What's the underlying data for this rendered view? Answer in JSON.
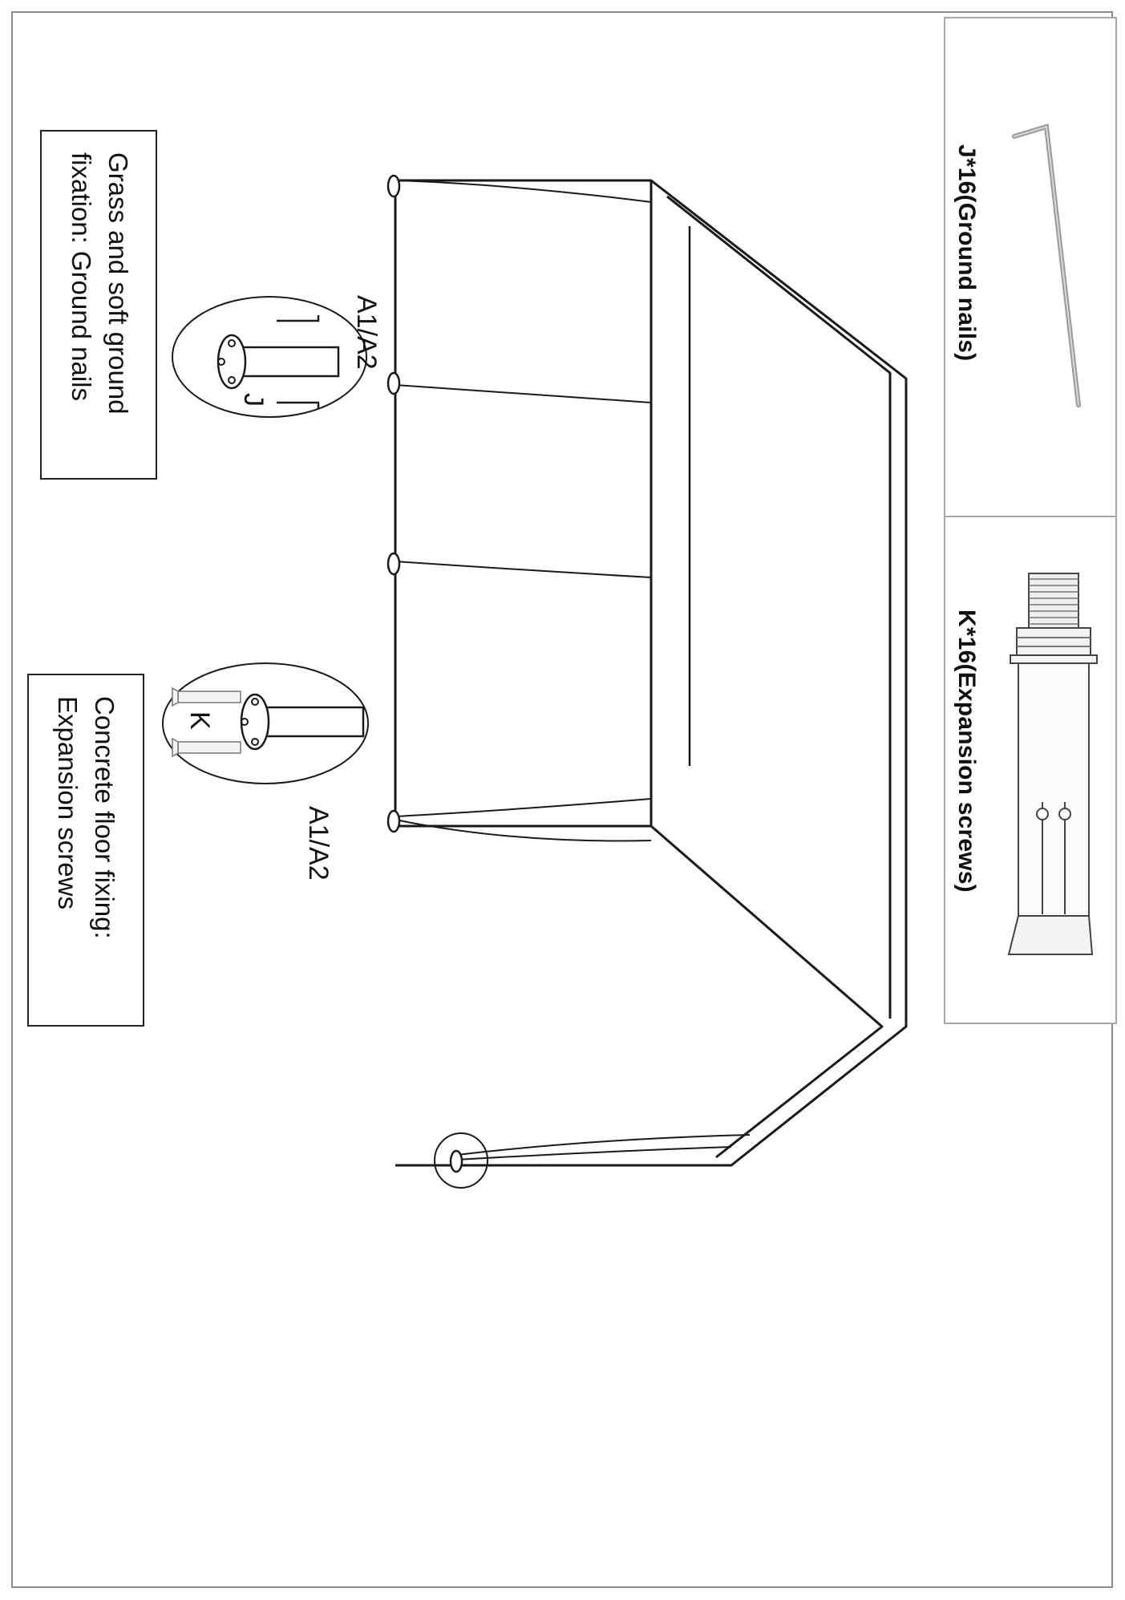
{
  "parts": [
    {
      "label": "J*16(Ground nails)",
      "icon": "ground-nail-icon"
    },
    {
      "label": "K*16(Expansion screws)",
      "icon": "expansion-screw-icon"
    }
  ],
  "callouts": {
    "nail_detail": {
      "letter": "J",
      "anchor_label": "A1/A2"
    },
    "screw_detail": {
      "letter": "K",
      "anchor_label": "A1/A2"
    }
  },
  "notes": {
    "grass": [
      "Grass and soft ground",
      "fixation: Ground nails"
    ],
    "concrete": [
      "Concrete floor fixing:",
      "Expansion screws"
    ]
  },
  "colors": {
    "line": "#1a1a1a",
    "frame": "#8a8a8a",
    "partbox": "#a8a8a8"
  }
}
